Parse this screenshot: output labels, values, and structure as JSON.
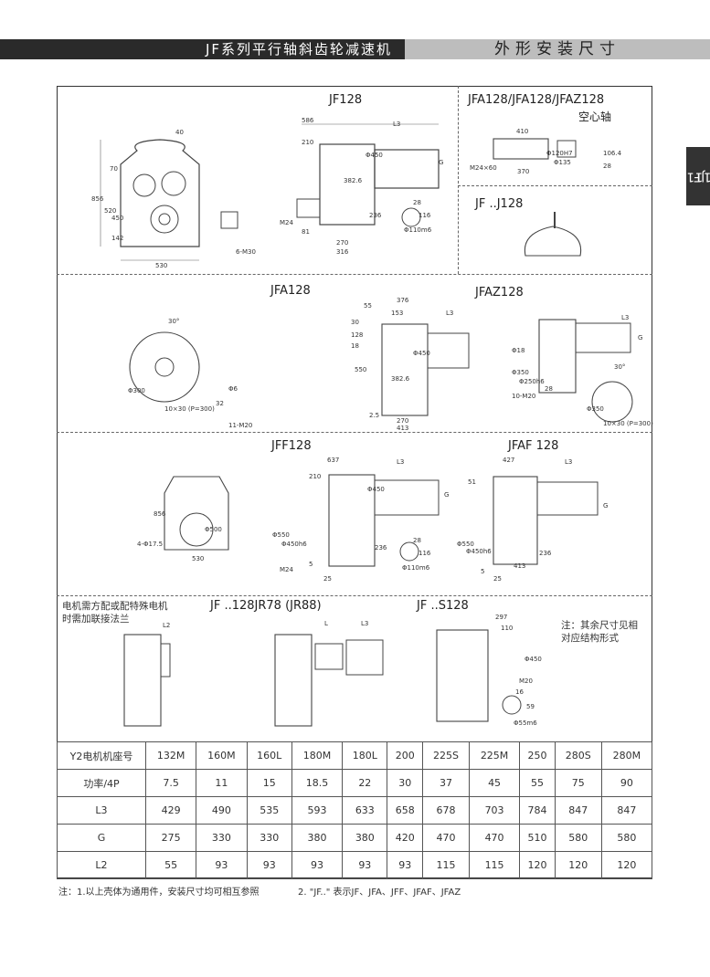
{
  "header": {
    "series_title": "JF系列平行轴斜齿轮减速机",
    "section_title": "外形安装尺寸"
  },
  "side_tab": {
    "series": "JF",
    "page": "111"
  },
  "sections": {
    "jf128": {
      "title": "JF128"
    },
    "hollow": {
      "title": "JFA128/JFA128/JFAZ128",
      "subtitle": "空心轴"
    },
    "j128": {
      "title": "JF ..J128"
    },
    "jfa128": {
      "title": "JFA128"
    },
    "jfaz128": {
      "title": "JFAZ128"
    },
    "jff128": {
      "title": "JFF128"
    },
    "jfaf128": {
      "title": "JFAF 128"
    },
    "motor_note": {
      "text": "电机需方配或配特殊电机时需加联接法兰"
    },
    "jr": {
      "title": "JF ..128JR78 (JR88)"
    },
    "s128": {
      "title": "JF ..S128"
    },
    "other_note": {
      "text": "注：其余尺寸见相对应结构形式"
    }
  },
  "dims": {
    "jf128_front": [
      "40",
      "70",
      "856",
      "520",
      "450",
      "142",
      "530",
      "6-M30"
    ],
    "jf128_side": [
      "586",
      "L3",
      "210",
      "Φ450",
      "382.6",
      "G",
      "28",
      "Φ110m6",
      "116",
      "M24",
      "81",
      "270",
      "316",
      "236"
    ],
    "hollow": [
      "410",
      "Φ120H7",
      "Φ135",
      "106.4",
      "28",
      "M24×60",
      "370"
    ],
    "jfa128": [
      "30°",
      "Φ300",
      "10×30 (P=300)",
      "32",
      "11-M20",
      "Φ6"
    ],
    "jfa128_side": [
      "55",
      "376",
      "153",
      "L3",
      "30",
      "128",
      "18",
      "Φ450",
      "550",
      "382.6",
      "2.5",
      "270",
      "413"
    ],
    "jfaz128": [
      "L3",
      "G",
      "Φ350",
      "Φ250h6",
      "Φ18",
      "28",
      "10-M20",
      "30°",
      "Φ350",
      "10×30 (P=300)"
    ],
    "jff128": [
      "856",
      "4-Φ17.5",
      "Φ500",
      "530"
    ],
    "jff128_side": [
      "637",
      "L3",
      "210",
      "Φ450",
      "G",
      "Φ550",
      "Φ450h6",
      "236",
      "28",
      "Φ110m6",
      "116",
      "5",
      "25",
      "M24"
    ],
    "jfaf128": [
      "427",
      "L3",
      "51",
      "G",
      "Φ550",
      "Φ450h6",
      "236",
      "5",
      "25",
      "413"
    ],
    "l2": [
      "L2"
    ],
    "jr": [
      "L",
      "L3"
    ],
    "s128": [
      "297",
      "110",
      "Φ450",
      "M20",
      "16",
      "59",
      "Φ55m6"
    ]
  },
  "table": {
    "header_label": "Y2电机机座号",
    "columns": [
      "132M",
      "160M",
      "160L",
      "180M",
      "180L",
      "200",
      "225S",
      "225M",
      "250",
      "280S",
      "280M"
    ],
    "rows": [
      {
        "label": "功率/4P",
        "values": [
          "7.5",
          "11",
          "15",
          "18.5",
          "22",
          "30",
          "37",
          "45",
          "55",
          "75",
          "90"
        ]
      },
      {
        "label": "L3",
        "values": [
          "429",
          "490",
          "535",
          "593",
          "633",
          "658",
          "678",
          "703",
          "784",
          "847",
          "847"
        ]
      },
      {
        "label": "G",
        "values": [
          "275",
          "330",
          "330",
          "380",
          "380",
          "420",
          "470",
          "470",
          "510",
          "580",
          "580"
        ]
      },
      {
        "label": "L2",
        "values": [
          "55",
          "93",
          "93",
          "93",
          "93",
          "93",
          "115",
          "115",
          "120",
          "120",
          "120"
        ]
      }
    ]
  },
  "footnotes": {
    "note1": "注：1.以上壳体为通用件，安装尺寸均可相互参照",
    "note2": "2. \"JF..\" 表示JF、JFA、JFF、JFAF、JFAZ"
  }
}
